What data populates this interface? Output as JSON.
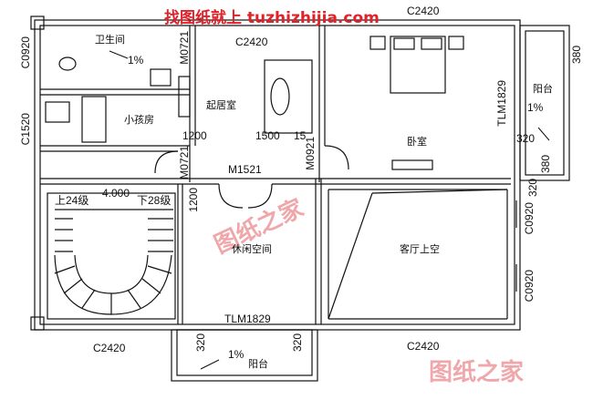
{
  "watermark_top": "找图纸就上 tuzhizhijia.com",
  "watermark_mid": "图纸之家",
  "watermark_bottom": "图纸之家",
  "rooms": {
    "bathroom": "卫生间",
    "study": "小孩房",
    "living": "起居室",
    "bedroom": "卧室",
    "leisure": "休闲空间",
    "hall_void": "客厅上空",
    "balcony_right": "阳台",
    "balcony_bottom": "阳台"
  },
  "stairs": {
    "up_label": "上24级",
    "down_label": "下28级",
    "level": "4.000"
  },
  "slopes": {
    "bath": "1%",
    "balcony_right": "1%",
    "balcony_bottom": "1%"
  },
  "dims": {
    "c0920_tl": "C0920",
    "c1520": "C1520",
    "c2420_top": "C2420",
    "c2420_right_top": "C2420",
    "m0721_a": "M0721",
    "m0721_b": "M0721",
    "m0921": "M0921",
    "m1521": "M1521",
    "d1200_a": "1200",
    "d1500": "1500",
    "d15": "15",
    "d1200_b": "1200",
    "tlm1829_v": "TLM1829",
    "tlm1829_h": "TLM1829",
    "d380_a": "380",
    "d320_r": "320",
    "d380_b": "380",
    "d320_rb": "320",
    "c0920_r1": "C0920",
    "c0920_r2": "C0920",
    "c2420_bl": "C2420",
    "c2420_br": "C2420",
    "d320_bl": "320",
    "d320_br": "320"
  }
}
